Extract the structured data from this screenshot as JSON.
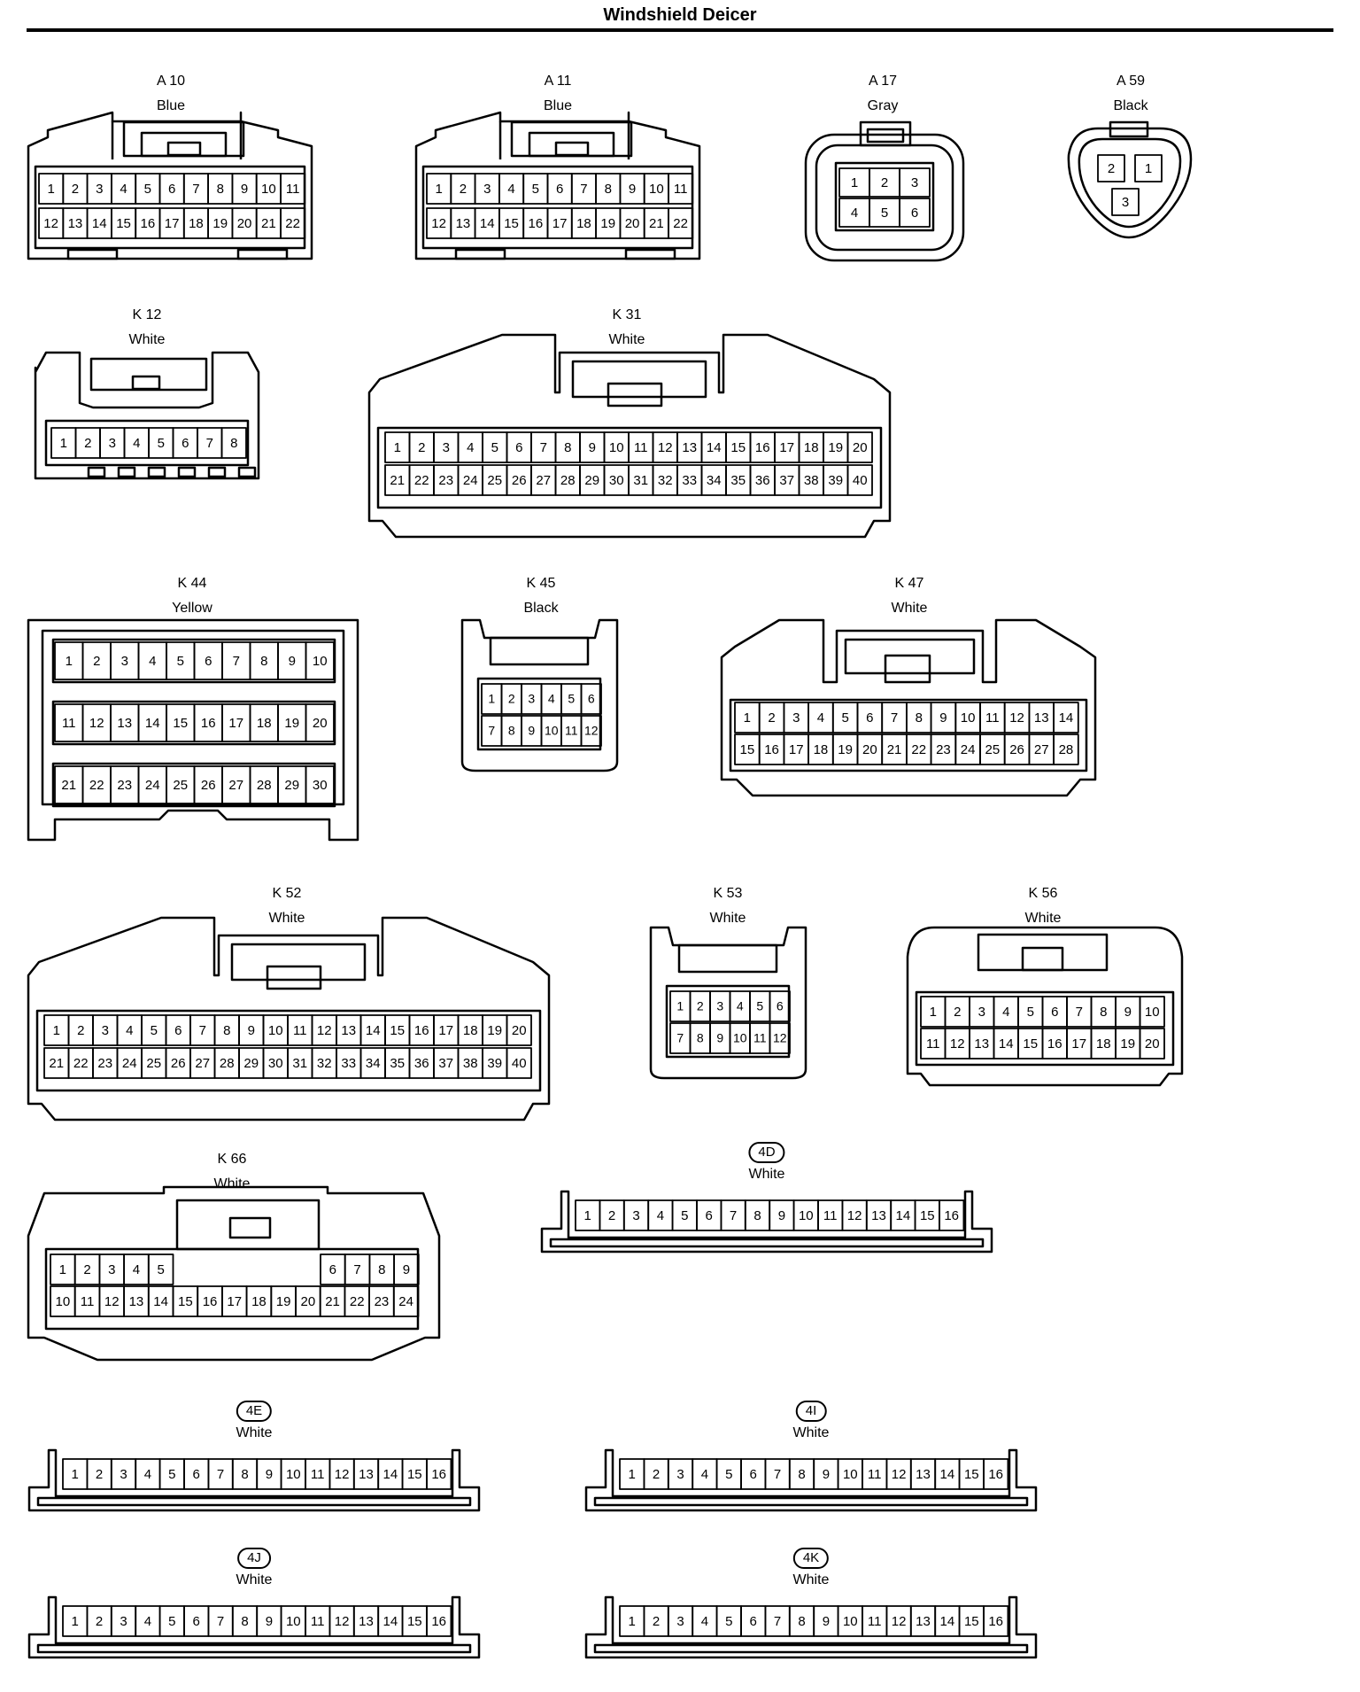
{
  "title": "Windshield Deicer",
  "connectors": [
    {
      "id": "a10",
      "code": "A 10",
      "color": "Blue",
      "rows": [
        [
          "1",
          "2",
          "3",
          "4",
          "5",
          "6",
          "7",
          "8",
          "9",
          "10",
          "11"
        ],
        [
          "12",
          "13",
          "14",
          "15",
          "16",
          "17",
          "18",
          "19",
          "20",
          "21",
          "22"
        ]
      ]
    },
    {
      "id": "a11",
      "code": "A 11",
      "color": "Blue",
      "rows": [
        [
          "1",
          "2",
          "3",
          "4",
          "5",
          "6",
          "7",
          "8",
          "9",
          "10",
          "11"
        ],
        [
          "12",
          "13",
          "14",
          "15",
          "16",
          "17",
          "18",
          "19",
          "20",
          "21",
          "22"
        ]
      ]
    },
    {
      "id": "a17",
      "code": "A 17",
      "color": "Gray",
      "rows": [
        [
          "1",
          "2",
          "3"
        ],
        [
          "4",
          "5",
          "6"
        ]
      ]
    },
    {
      "id": "a59",
      "code": "A 59",
      "color": "Black",
      "pins": [
        "2",
        "1",
        "3"
      ]
    },
    {
      "id": "k12",
      "code": "K 12",
      "color": "White",
      "rows": [
        [
          "1",
          "2",
          "3",
          "4",
          "5",
          "6",
          "7",
          "8"
        ]
      ]
    },
    {
      "id": "k31",
      "code": "K 31",
      "color": "White",
      "rows": [
        [
          "1",
          "2",
          "3",
          "4",
          "5",
          "6",
          "7",
          "8",
          "9",
          "10",
          "11",
          "12",
          "13",
          "14",
          "15",
          "16",
          "17",
          "18",
          "19",
          "20"
        ],
        [
          "21",
          "22",
          "23",
          "24",
          "25",
          "26",
          "27",
          "28",
          "29",
          "30",
          "31",
          "32",
          "33",
          "34",
          "35",
          "36",
          "37",
          "38",
          "39",
          "40"
        ]
      ]
    },
    {
      "id": "k44",
      "code": "K 44",
      "color": "Yellow",
      "rows": [
        [
          "1",
          "2",
          "3",
          "4",
          "5",
          "6",
          "7",
          "8",
          "9",
          "10"
        ],
        [
          "11",
          "12",
          "13",
          "14",
          "15",
          "16",
          "17",
          "18",
          "19",
          "20"
        ],
        [
          "21",
          "22",
          "23",
          "24",
          "25",
          "26",
          "27",
          "28",
          "29",
          "30"
        ]
      ]
    },
    {
      "id": "k45",
      "code": "K 45",
      "color": "Black",
      "rows": [
        [
          "1",
          "2",
          "3",
          "4",
          "5",
          "6"
        ],
        [
          "7",
          "8",
          "9",
          "10",
          "11",
          "12"
        ]
      ]
    },
    {
      "id": "k47",
      "code": "K 47",
      "color": "White",
      "rows": [
        [
          "1",
          "2",
          "3",
          "4",
          "5",
          "6",
          "7",
          "8",
          "9",
          "10",
          "11",
          "12",
          "13",
          "14"
        ],
        [
          "15",
          "16",
          "17",
          "18",
          "19",
          "20",
          "21",
          "22",
          "23",
          "24",
          "25",
          "26",
          "27",
          "28"
        ]
      ]
    },
    {
      "id": "k52",
      "code": "K 52",
      "color": "White",
      "rows": [
        [
          "1",
          "2",
          "3",
          "4",
          "5",
          "6",
          "7",
          "8",
          "9",
          "10",
          "11",
          "12",
          "13",
          "14",
          "15",
          "16",
          "17",
          "18",
          "19",
          "20"
        ],
        [
          "21",
          "22",
          "23",
          "24",
          "25",
          "26",
          "27",
          "28",
          "29",
          "30",
          "31",
          "32",
          "33",
          "34",
          "35",
          "36",
          "37",
          "38",
          "39",
          "40"
        ]
      ]
    },
    {
      "id": "k53",
      "code": "K 53",
      "color": "White",
      "rows": [
        [
          "1",
          "2",
          "3",
          "4",
          "5",
          "6"
        ],
        [
          "7",
          "8",
          "9",
          "10",
          "11",
          "12"
        ]
      ]
    },
    {
      "id": "k56",
      "code": "K 56",
      "color": "White",
      "rows": [
        [
          "1",
          "2",
          "3",
          "4",
          "5",
          "6",
          "7",
          "8",
          "9",
          "10"
        ],
        [
          "11",
          "12",
          "13",
          "14",
          "15",
          "16",
          "17",
          "18",
          "19",
          "20"
        ]
      ]
    },
    {
      "id": "k66",
      "code": "K 66",
      "color": "White",
      "rows": [
        [
          "1",
          "2",
          "3",
          "4",
          "5"
        ],
        [
          "6",
          "7",
          "8",
          "9"
        ],
        [
          "10",
          "11",
          "12",
          "13",
          "14",
          "15",
          "16",
          "17",
          "18",
          "19",
          "20",
          "21",
          "22",
          "23",
          "24"
        ]
      ]
    },
    {
      "id": "c4d",
      "code": "4D",
      "color": "White",
      "rows": [
        [
          "1",
          "2",
          "3",
          "4",
          "5",
          "6",
          "7",
          "8",
          "9",
          "10",
          "11",
          "12",
          "13",
          "14",
          "15",
          "16"
        ]
      ]
    },
    {
      "id": "c4e",
      "code": "4E",
      "color": "White",
      "rows": [
        [
          "1",
          "2",
          "3",
          "4",
          "5",
          "6",
          "7",
          "8",
          "9",
          "10",
          "11",
          "12",
          "13",
          "14",
          "15",
          "16"
        ]
      ]
    },
    {
      "id": "c4i",
      "code": "4I",
      "color": "White",
      "rows": [
        [
          "1",
          "2",
          "3",
          "4",
          "5",
          "6",
          "7",
          "8",
          "9",
          "10",
          "11",
          "12",
          "13",
          "14",
          "15",
          "16"
        ]
      ]
    },
    {
      "id": "c4j",
      "code": "4J",
      "color": "White",
      "rows": [
        [
          "1",
          "2",
          "3",
          "4",
          "5",
          "6",
          "7",
          "8",
          "9",
          "10",
          "11",
          "12",
          "13",
          "14",
          "15",
          "16"
        ]
      ]
    },
    {
      "id": "c4k",
      "code": "4K",
      "color": "White",
      "rows": [
        [
          "1",
          "2",
          "3",
          "4",
          "5",
          "6",
          "7",
          "8",
          "9",
          "10",
          "11",
          "12",
          "13",
          "14",
          "15",
          "16"
        ]
      ]
    }
  ]
}
